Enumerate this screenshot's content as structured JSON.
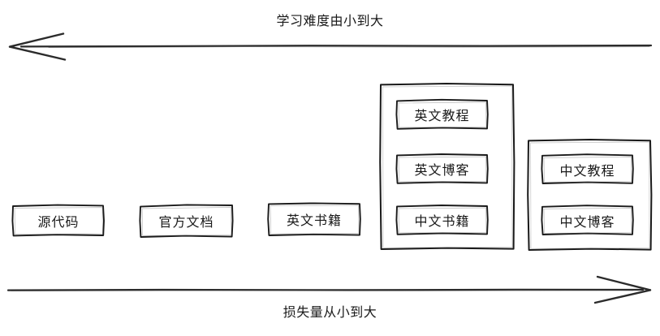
{
  "diagram": {
    "style": "hand-drawn-sketch",
    "background": "#ffffff",
    "stroke_color": "#1a1a1a",
    "text_color": "#1a1a1a",
    "top_axis": {
      "label": "学习难度由小到大",
      "direction": "left",
      "arrow_icon": "arrow-left-icon"
    },
    "bottom_axis": {
      "label": "损失量从小到大",
      "direction": "right",
      "arrow_icon": "arrow-right-icon"
    },
    "nodes": [
      {
        "id": "source-code",
        "label": "源代码"
      },
      {
        "id": "official-docs",
        "label": "官方文档"
      },
      {
        "id": "english-books",
        "label": "英文书籍"
      }
    ],
    "groups": [
      {
        "id": "group-english",
        "nodes": [
          {
            "id": "english-tutorial",
            "label": "英文教程"
          },
          {
            "id": "english-blog",
            "label": "英文博客"
          },
          {
            "id": "chinese-books",
            "label": "中文书籍"
          }
        ]
      },
      {
        "id": "group-chinese",
        "nodes": [
          {
            "id": "chinese-tutorial",
            "label": "中文教程"
          },
          {
            "id": "chinese-blog",
            "label": "中文博客"
          }
        ]
      }
    ]
  }
}
